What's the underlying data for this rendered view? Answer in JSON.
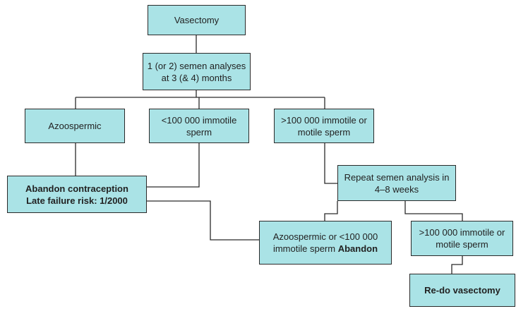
{
  "colors": {
    "box_fill": "#aae3e6",
    "box_border": "#2a2a2a",
    "connector": "#2a2a2a",
    "text": "#222222"
  },
  "nodes": {
    "vasectomy": {
      "text": "Vasectomy"
    },
    "semen_analyses": {
      "text": "1 (or 2) semen analyses at 3 (& 4) months"
    },
    "azoospermic": {
      "text": "Azoospermic"
    },
    "immotile_lt": {
      "text": "<100 000 immotile sperm"
    },
    "motile_gt": {
      "text": ">100 000 immotile or motile sperm"
    },
    "abandon": {
      "line1": "Abandon contraception",
      "line2": "Late failure risk: 1/2000"
    },
    "repeat_analysis": {
      "text": "Repeat semen analysis in 4–8 weeks"
    },
    "azoospermic_abandon": {
      "text": "Azoospermic or <100 000 immotile sperm",
      "bold": "Abandon"
    },
    "motile_gt_2": {
      "text": ">100 000 immotile or motile sperm"
    },
    "redo": {
      "text": "Re-do vasectomy"
    }
  }
}
